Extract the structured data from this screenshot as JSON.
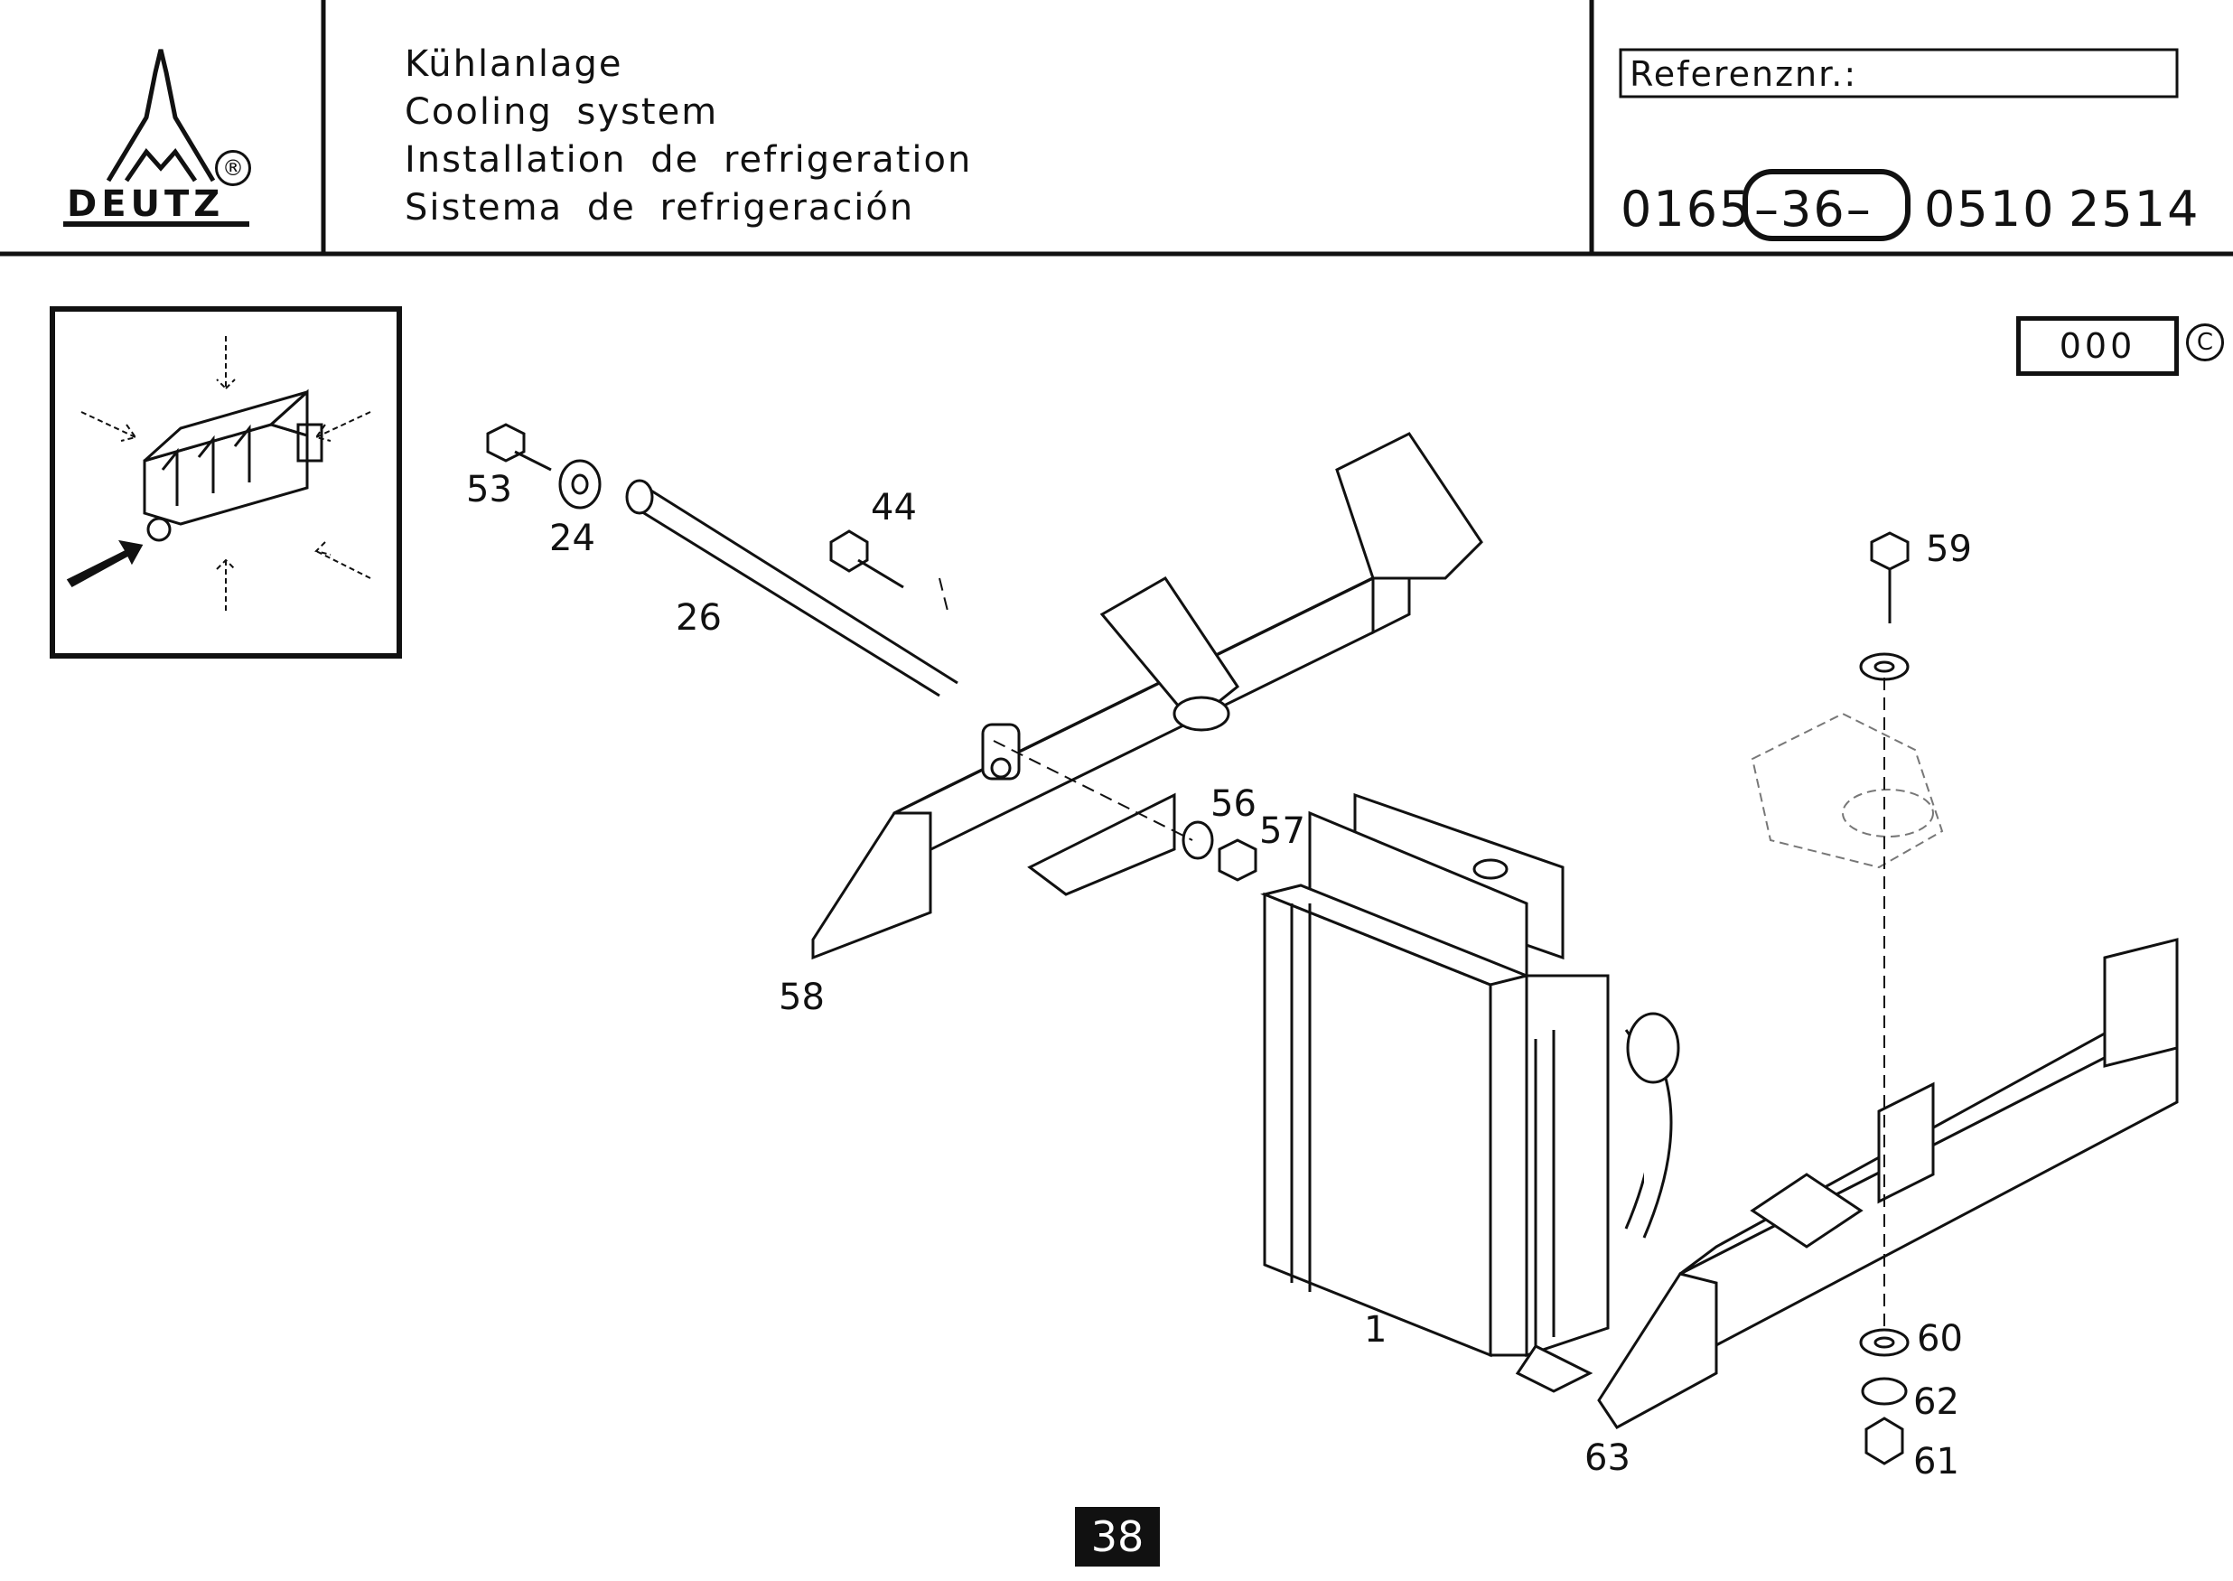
{
  "header": {
    "brand": "DEUTZ",
    "registered_mark": "®",
    "titles": [
      "Kühlanlage",
      "Cooling system",
      "Installation de refrigeration",
      "Sistema de refrigeración"
    ],
    "reference_label": "Referenznr.:",
    "reference_number": {
      "prefix": "0165",
      "group": "–36–",
      "suffix_1": "0510",
      "suffix_2": "2514"
    }
  },
  "revision": "000",
  "copyright_symbol": "C",
  "page_number": "38",
  "part_labels": [
    "53",
    "24",
    "26",
    "44",
    "59",
    "56",
    "57",
    "58",
    "1",
    "63",
    "60",
    "62",
    "61"
  ],
  "icon_names": [
    "deutz-logo-icon",
    "engine-orientation-icon",
    "hex-bolt-icon",
    "washer-icon",
    "nut-icon"
  ]
}
